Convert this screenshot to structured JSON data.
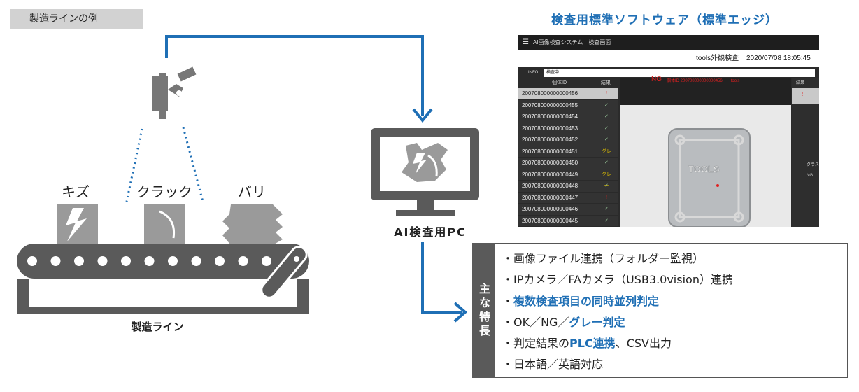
{
  "example_tag": "製造ラインの例",
  "ui_title": "検査用標準ソフトウェア（標準エッジ）",
  "defects": [
    "キズ",
    "クラック",
    "バリ"
  ],
  "pc_label": "AI検査用PC",
  "line_label": "製造ライン",
  "features_heading": "主な特長",
  "features": [
    {
      "segments": [
        {
          "text": "・画像ファイル連携（フォルダー監視）",
          "highlight": false
        }
      ]
    },
    {
      "segments": [
        {
          "text": "・IPカメラ／FAカメラ（USB3.0vision）連携",
          "highlight": false
        }
      ]
    },
    {
      "segments": [
        {
          "text": "・",
          "highlight": false
        },
        {
          "text": "複数検査項目の同時並列判定",
          "highlight": true
        }
      ]
    },
    {
      "segments": [
        {
          "text": "・OK／NG／",
          "highlight": false
        },
        {
          "text": "グレー判定",
          "highlight": true
        }
      ]
    },
    {
      "segments": [
        {
          "text": "・判定結果の",
          "highlight": false
        },
        {
          "text": "PLC連携",
          "highlight": true
        },
        {
          "text": "、CSV出力",
          "highlight": false
        }
      ]
    },
    {
      "segments": [
        {
          "text": "・日本語／英語対応",
          "highlight": false
        }
      ]
    }
  ],
  "screen": {
    "app_title": "AI画像検査システム　検査画面",
    "mode": "tools外観検査",
    "datetime": "2020/07/08 18:05:45",
    "info_label": "INFO",
    "info_value": "検査中",
    "col_id": "個体ID",
    "col_result": "結果",
    "ng_label": "NG",
    "ng_detail": "個体ID 200708000000000456　　tools",
    "right_col_result": "結果",
    "right_class": "クラス",
    "right_ng": "NG",
    "plate_text": "TOOLS",
    "rows": [
      {
        "id": "200708000000000456",
        "result": "!",
        "status": "ng"
      },
      {
        "id": "200708000000000455",
        "result": "✓",
        "status": "ok"
      },
      {
        "id": "200708000000000454",
        "result": "✓",
        "status": "ok"
      },
      {
        "id": "200708000000000453",
        "result": "✓",
        "status": "ok"
      },
      {
        "id": "200708000000000452",
        "result": "✓",
        "status": "ok"
      },
      {
        "id": "200708000000000451",
        "result": "グレー",
        "status": "gray"
      },
      {
        "id": "200708000000000450",
        "result": "✓",
        "status": "ok"
      },
      {
        "id": "200708000000000449",
        "result": "グレー",
        "status": "gray"
      },
      {
        "id": "200708000000000448",
        "result": "✓",
        "status": "ok"
      },
      {
        "id": "200708000000000447",
        "result": "!",
        "status": "ng"
      },
      {
        "id": "200708000000000446",
        "result": "✓",
        "status": "ok"
      },
      {
        "id": "200708000000000445",
        "result": "✓",
        "status": "ok"
      }
    ]
  },
  "colors": {
    "accent": "#1f6fb5",
    "ng": "#e02020",
    "gray_result": "#e0c000",
    "ok": "#9fd0a0",
    "dark": "#5a5a5a"
  }
}
